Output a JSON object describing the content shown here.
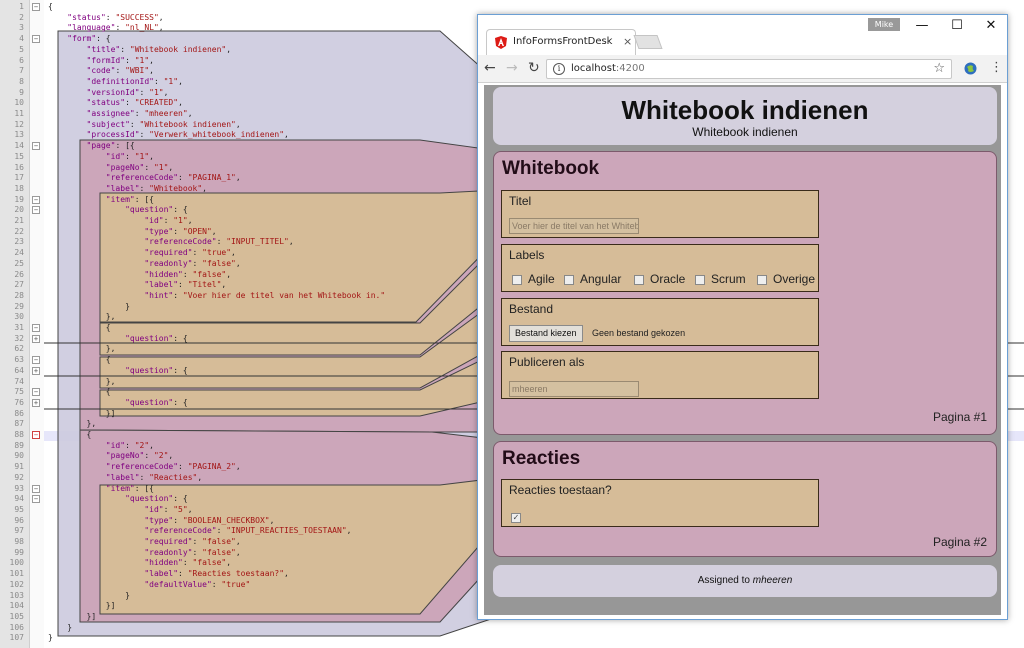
{
  "editor": {
    "line_numbers": [
      "1",
      "2",
      "3",
      "4",
      "5",
      "6",
      "7",
      "8",
      "9",
      "10",
      "11",
      "12",
      "13",
      "14",
      "15",
      "16",
      "17",
      "18",
      "19",
      "20",
      "21",
      "22",
      "23",
      "24",
      "25",
      "26",
      "27",
      "28",
      "29",
      "30",
      "31",
      "32",
      "62",
      "63",
      "64",
      "74",
      "75",
      "76",
      "86",
      "87",
      "88",
      "89",
      "90",
      "91",
      "92",
      "93",
      "94",
      "95",
      "96",
      "97",
      "98",
      "99",
      "100",
      "101",
      "102",
      "103",
      "104",
      "105",
      "106",
      "107"
    ],
    "lines": [
      "{",
      "    \"status\": \"SUCCESS\",",
      "    \"language\": \"nl_NL\",",
      "    \"form\": {",
      "        \"title\": \"Whitebook indienen\",",
      "        \"formId\": \"1\",",
      "        \"code\": \"WBI\",",
      "        \"definitionId\": \"1\",",
      "        \"versionId\": \"1\",",
      "        \"status\": \"CREATED\",",
      "        \"assignee\": \"mheeren\",",
      "        \"subject\": \"Whitebook indienen\",",
      "        \"processId\": \"Verwerk_whitebook_indienen\",",
      "        \"page\": [{",
      "            \"id\": \"1\",",
      "            \"pageNo\": \"1\",",
      "            \"referenceCode\": \"PAGINA_1\",",
      "            \"label\": \"Whitebook\",",
      "            \"item\": [{",
      "                \"question\": {",
      "                    \"id\": \"1\",",
      "                    \"type\": \"OPEN\",",
      "                    \"referenceCode\": \"INPUT_TITEL\",",
      "                    \"required\": \"true\",",
      "                    \"readonly\": \"false\",",
      "                    \"hidden\": \"false\",",
      "                    \"label\": \"Titel\",",
      "                    \"hint\": \"Voer hier de titel van het Whitebook in.\"",
      "                }",
      "            },",
      "            {",
      "                \"question\": {",
      "            },",
      "            {",
      "                \"question\": {",
      "            },",
      "            {",
      "                \"question\": {",
      "            }]",
      "        },",
      "        {",
      "            \"id\": \"2\",",
      "            \"pageNo\": \"2\",",
      "            \"referenceCode\": \"PAGINA_2\",",
      "            \"label\": \"Reacties\",",
      "            \"item\": [{",
      "                \"question\": {",
      "                    \"id\": \"5\",",
      "                    \"type\": \"BOOLEAN_CHECKBOX\",",
      "                    \"referenceCode\": \"INPUT_REACTIES_TOESTAAN\",",
      "                    \"required\": \"false\",",
      "                    \"readonly\": \"false\",",
      "                    \"hidden\": \"false\",",
      "                    \"label\": \"Reacties toestaan?\",",
      "                    \"defaultValue\": \"true\"",
      "                }",
      "            }]",
      "        }]",
      "    }",
      "}"
    ]
  },
  "browser": {
    "tab_title": "InfoFormsFrontDesk",
    "tab_close": "×",
    "user_label": "Mike",
    "minimize": "—",
    "maximize": "☐",
    "close": "✕",
    "back": "←",
    "forward": "→",
    "reload": "↻",
    "info": "i",
    "url_host": "localhost",
    "url_port": ":4200",
    "bookmark": "☆",
    "menu": "⋮"
  },
  "app": {
    "title": "Whitebook indienen",
    "subtitle": "Whitebook indienen",
    "pages": [
      {
        "title": "Whitebook",
        "page_number": "Pagina #1",
        "questions": {
          "titel": {
            "label": "Titel",
            "placeholder": "Voer hier de titel van het Whitebook in."
          },
          "labels": {
            "label": "Labels",
            "options": [
              "Agile",
              "Angular",
              "Oracle",
              "Scrum",
              "Overige"
            ]
          },
          "bestand": {
            "label": "Bestand",
            "button": "Bestand kiezen",
            "status": "Geen bestand gekozen"
          },
          "publiceren": {
            "label": "Publiceren als",
            "value": "mheeren"
          }
        }
      },
      {
        "title": "Reacties",
        "page_number": "Pagina #2",
        "questions": {
          "reacties": {
            "label": "Reacties toestaan?",
            "checked": true
          }
        }
      }
    ],
    "footer": {
      "prefix": "Assigned to",
      "assignee": "mheeren"
    }
  },
  "colors": {
    "form_region": "#cdcbde",
    "page_region": "#cca6ba",
    "item_region": "#d6bc98",
    "browser_border": "#6b9fd4"
  },
  "icons": [
    "angular-icon",
    "close-icon",
    "back-arrow-icon",
    "forward-arrow-icon",
    "reload-icon",
    "info-icon",
    "star-icon",
    "extension-icon",
    "menu-icon",
    "fold-marker-icon"
  ]
}
